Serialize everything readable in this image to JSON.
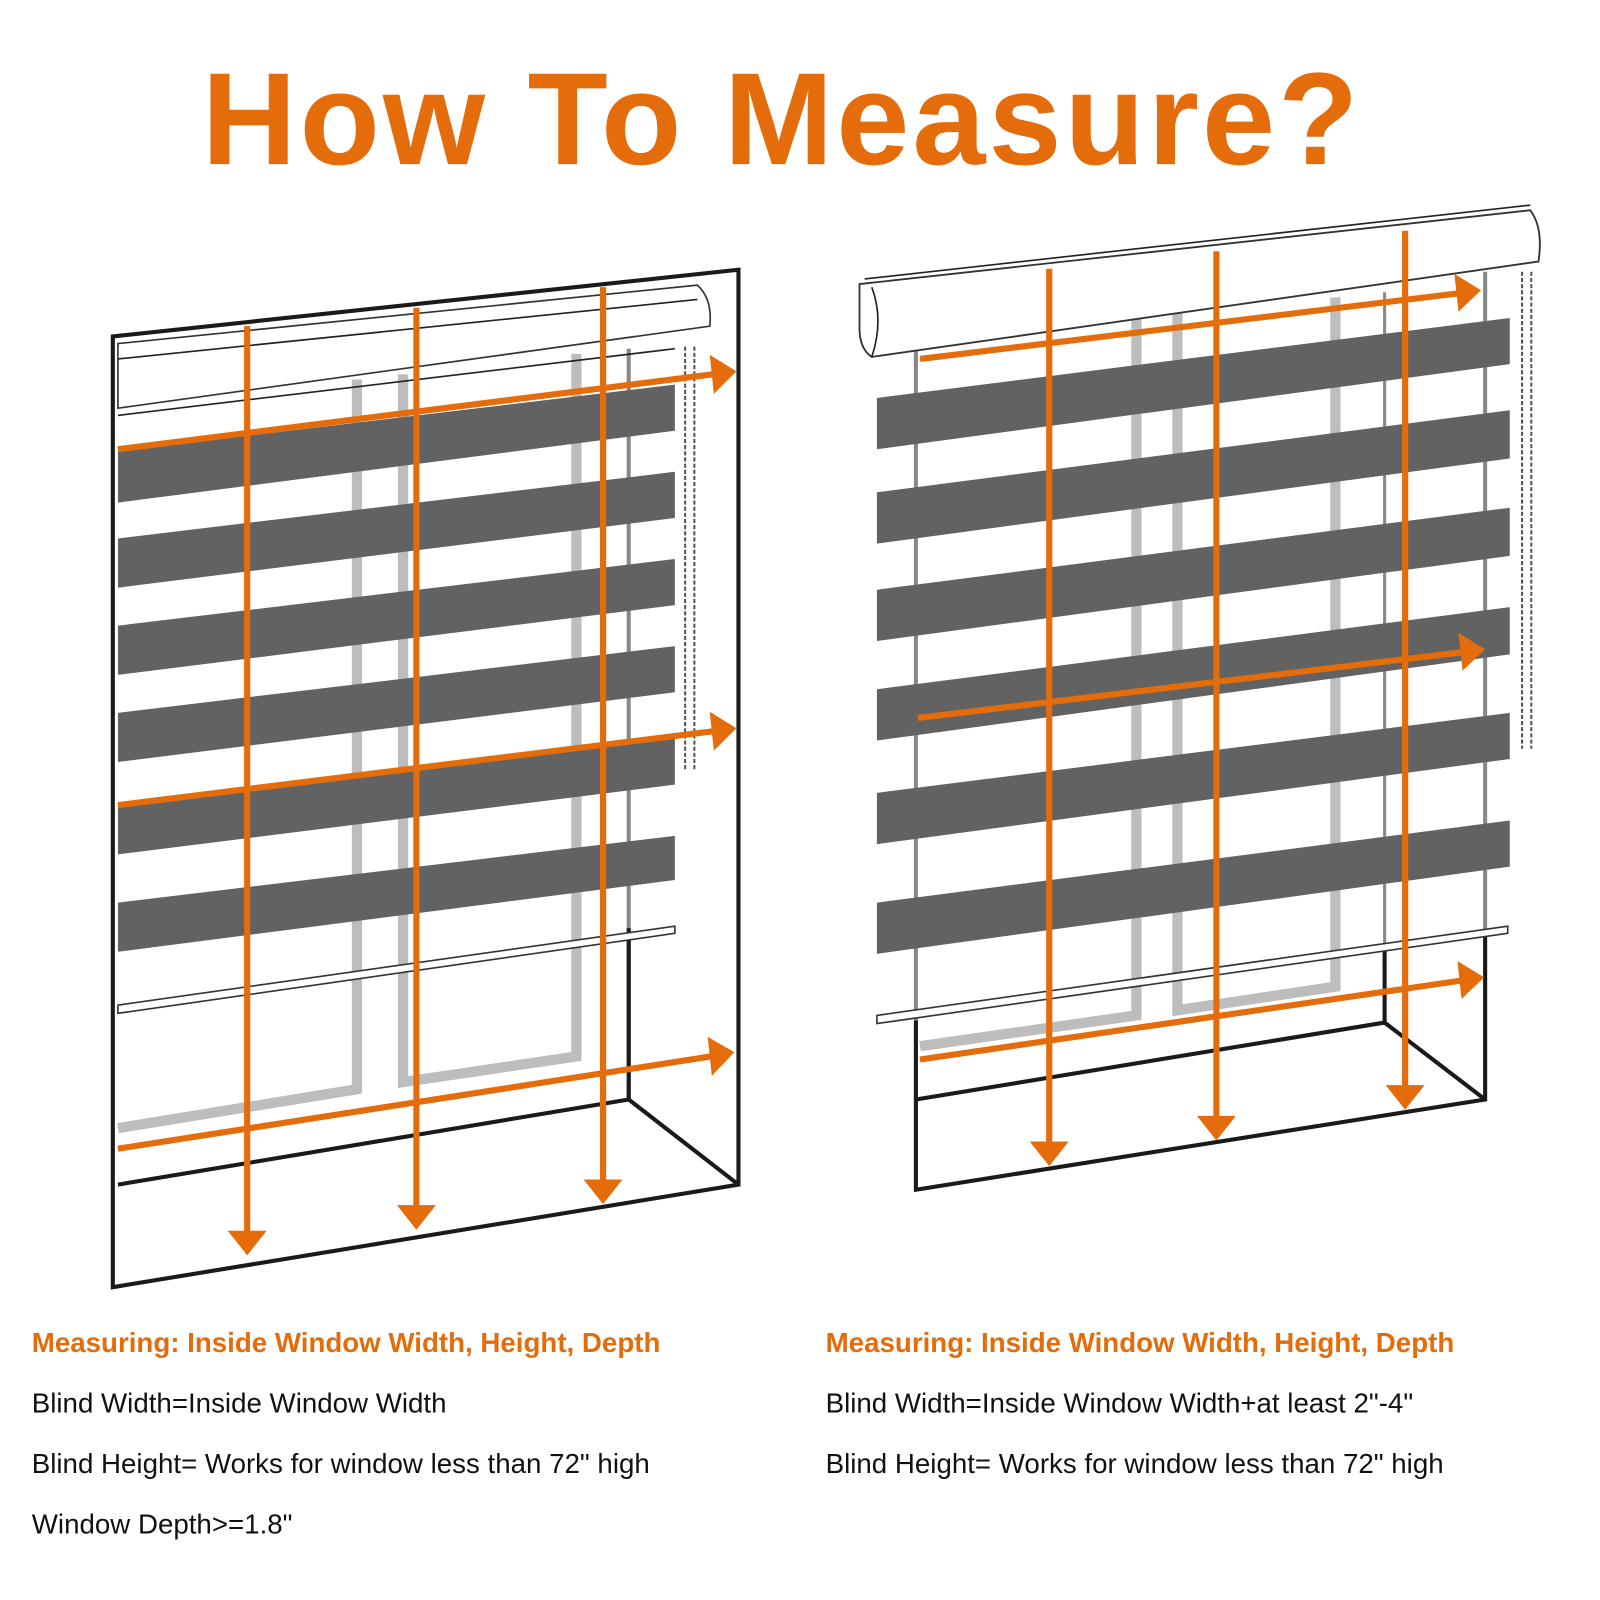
{
  "title": "How To Measure?",
  "colors": {
    "accent": "#e46c0a",
    "slat": "#626262",
    "frame": "#1a1a1a"
  },
  "left_panel": {
    "heading": "Measuring: Inside Window Width, Height, Depth",
    "lines": [
      "Blind Width=Inside Window Width",
      "Blind Height= Works for window less than 72\" high",
      "Window Depth>=1.8\""
    ]
  },
  "right_panel": {
    "heading": "Measuring: Inside Window Width, Height, Depth",
    "lines": [
      "Blind Width=Inside Window Width+at least 2\"-4\"",
      "Blind Height= Works for window less than 72\" high"
    ]
  }
}
